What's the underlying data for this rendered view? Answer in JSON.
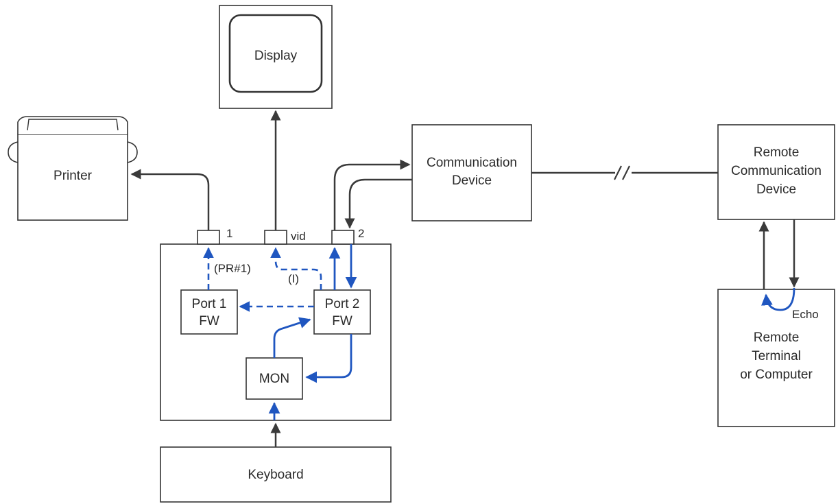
{
  "diagram": {
    "display": "Display",
    "printer": "Printer",
    "comm_device": [
      "Communication",
      "Device"
    ],
    "remote_comm": [
      "Remote",
      "Communication",
      "Device"
    ],
    "remote_terminal": [
      "Remote",
      "Terminal",
      "or Computer"
    ],
    "keyboard": "Keyboard",
    "port1_fw": [
      "Port 1",
      "FW"
    ],
    "port2_fw": [
      "Port 2",
      "FW"
    ],
    "mon": "MON",
    "connector_1": "1",
    "connector_vid": "vid",
    "connector_2": "2",
    "pr1_label": "(PR#1)",
    "i_label": "(I)",
    "echo": "Echo"
  },
  "colors": {
    "dark_line": "#3a3a3a",
    "blue_flow": "#1f56c0"
  }
}
